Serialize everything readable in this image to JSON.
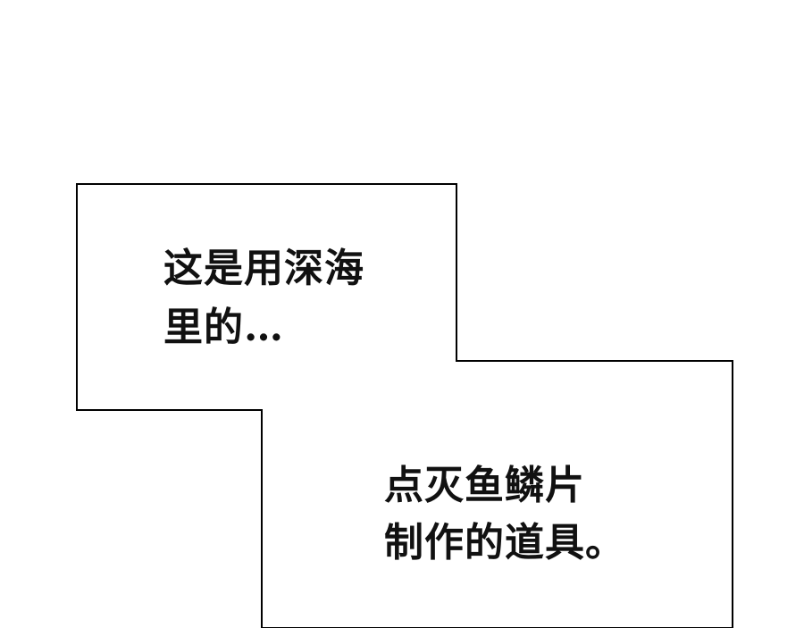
{
  "panel": {
    "border_color": "#000000",
    "background": "#ffffff"
  },
  "captions": [
    {
      "lines": [
        "这是用深海",
        "里的…"
      ]
    },
    {
      "lines": [
        "点灭鱼鳞片",
        "制作的道具。"
      ]
    }
  ]
}
